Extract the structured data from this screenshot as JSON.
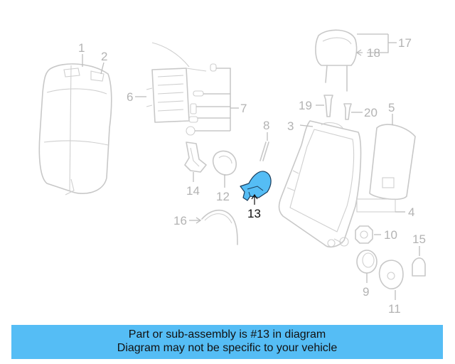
{
  "callouts": {
    "c1": "1",
    "c2": "2",
    "c3": "3",
    "c4": "4",
    "c5": "5",
    "c6": "6",
    "c7": "7",
    "c8": "8",
    "c9": "9",
    "c10": "10",
    "c11": "11",
    "c12": "12",
    "c13": "13",
    "c14": "14",
    "c15": "15",
    "c16": "16",
    "c17": "17",
    "c18": "18",
    "c19": "19",
    "c20": "20"
  },
  "highlighted_part": "13",
  "colors": {
    "highlight_fill": "#55bdf5",
    "banner_background": "#55bdf5",
    "ghost_line": "#c8c8c8"
  },
  "banner": {
    "line1": "Part or sub-assembly is #13 in diagram",
    "line2": "Diagram may not be specific to your vehicle"
  }
}
